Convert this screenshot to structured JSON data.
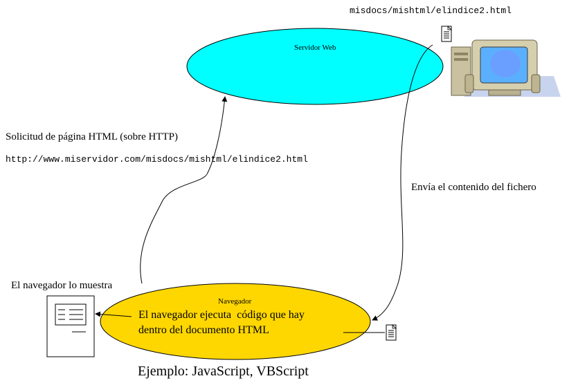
{
  "server": {
    "path": "misdocs/mishtml/elindice2.html",
    "label": "Servidor Web",
    "color": "#00ffff"
  },
  "request": {
    "label": "Solicitud de página HTML (sobre HTTP)",
    "url": "http://www.miservidor.com/misdocs/mishtml/elindice2.html"
  },
  "response": {
    "label": "Envía el contenido del fichero"
  },
  "browser": {
    "label": "Navegador",
    "executes_line1": "El navegador ejecuta  código que hay",
    "executes_line2": "dentro del documento HTML",
    "shows_label": "El navegador lo muestra",
    "color": "#ffd700"
  },
  "example": "Ejemplo: JavaScript, VBScript"
}
